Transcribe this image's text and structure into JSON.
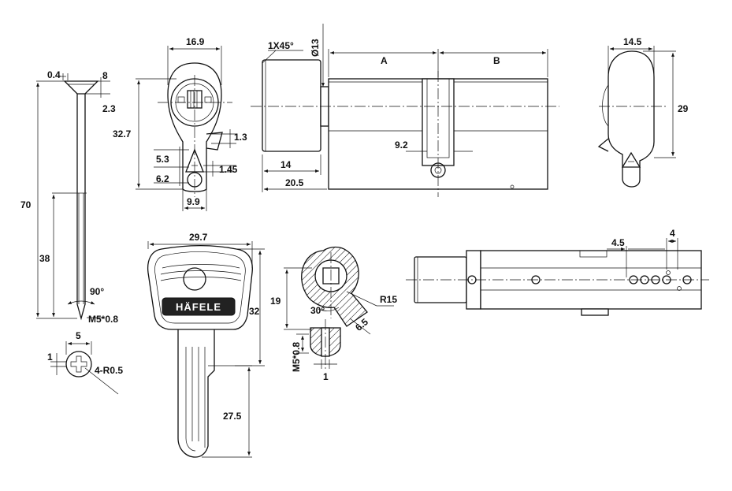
{
  "colors": {
    "line": "#111111",
    "background": "#ffffff"
  },
  "screw": {
    "dim_head_clearance": "0.4",
    "dim_head_diameter": "8",
    "dim_head_height": "2.3",
    "dim_total_length": "70",
    "dim_thread_length": "38",
    "dim_countersink_angle": "90°",
    "dim_thread": "M5*0.8",
    "dim_head_width": "5",
    "dim_slot_width": "1",
    "dim_head_radius": "4-R0.5"
  },
  "front_view": {
    "dim_width": "16.9",
    "dim_height": "32.7",
    "dim_cam_offset": "1.3",
    "dim_lower_1": "5.3",
    "dim_lower_2": "6.2",
    "dim_lower_right": "1.45",
    "dim_bottom": "9.9"
  },
  "side_view": {
    "dim_chamfer": "1X45°",
    "dim_knob_diameter": "Ø13",
    "dim_section_a": "A",
    "dim_section_b": "B",
    "dim_cam_width": "9.2",
    "dim_knob_length": "14",
    "dim_overall": "20.5"
  },
  "end_view": {
    "dim_width": "14.5",
    "dim_height": "29"
  },
  "key": {
    "brand": "HÄFELE",
    "dim_head_width": "29.7",
    "dim_head_height": "32",
    "dim_blade_length": "27.5"
  },
  "cam_section": {
    "dim_height": "19",
    "dim_angle": "30°",
    "dim_radius": "R15",
    "dim_lobe": "6.5",
    "dim_thread": "M5*0.8",
    "dim_pin": "1"
  },
  "top_view": {
    "dim_pin_spacing": "4.5",
    "dim_pin_pitch": "4"
  }
}
